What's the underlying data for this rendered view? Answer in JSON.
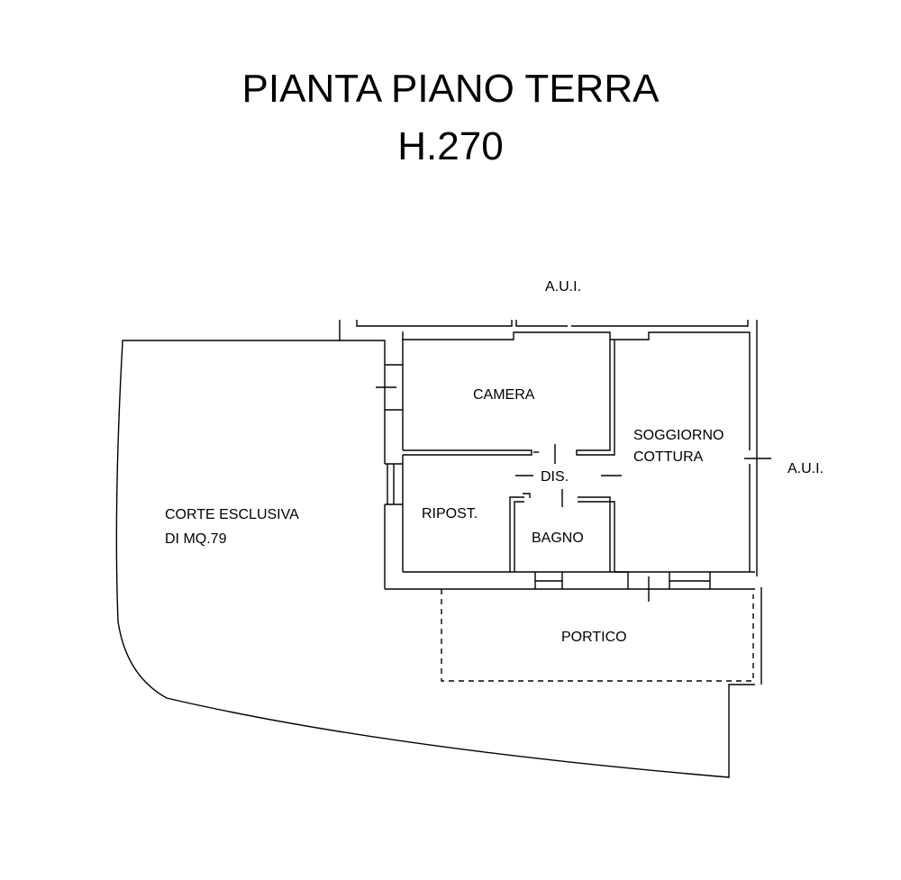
{
  "title": {
    "line1": "PIANTA PIANO TERRA",
    "line2": "H.270"
  },
  "labels": {
    "aui_top": "A.U.I.",
    "aui_right": "A.U.I.",
    "camera": "CAMERA",
    "soggiorno_1": "SOGGIORNO",
    "soggiorno_2": "COTTURA",
    "dis": "DIS.",
    "ripost": "RIPOST.",
    "bagno": "BAGNO",
    "corte_1": "CORTE ESCLUSIVA",
    "corte_2": "DI MQ.79",
    "portico": "PORTICO"
  }
}
